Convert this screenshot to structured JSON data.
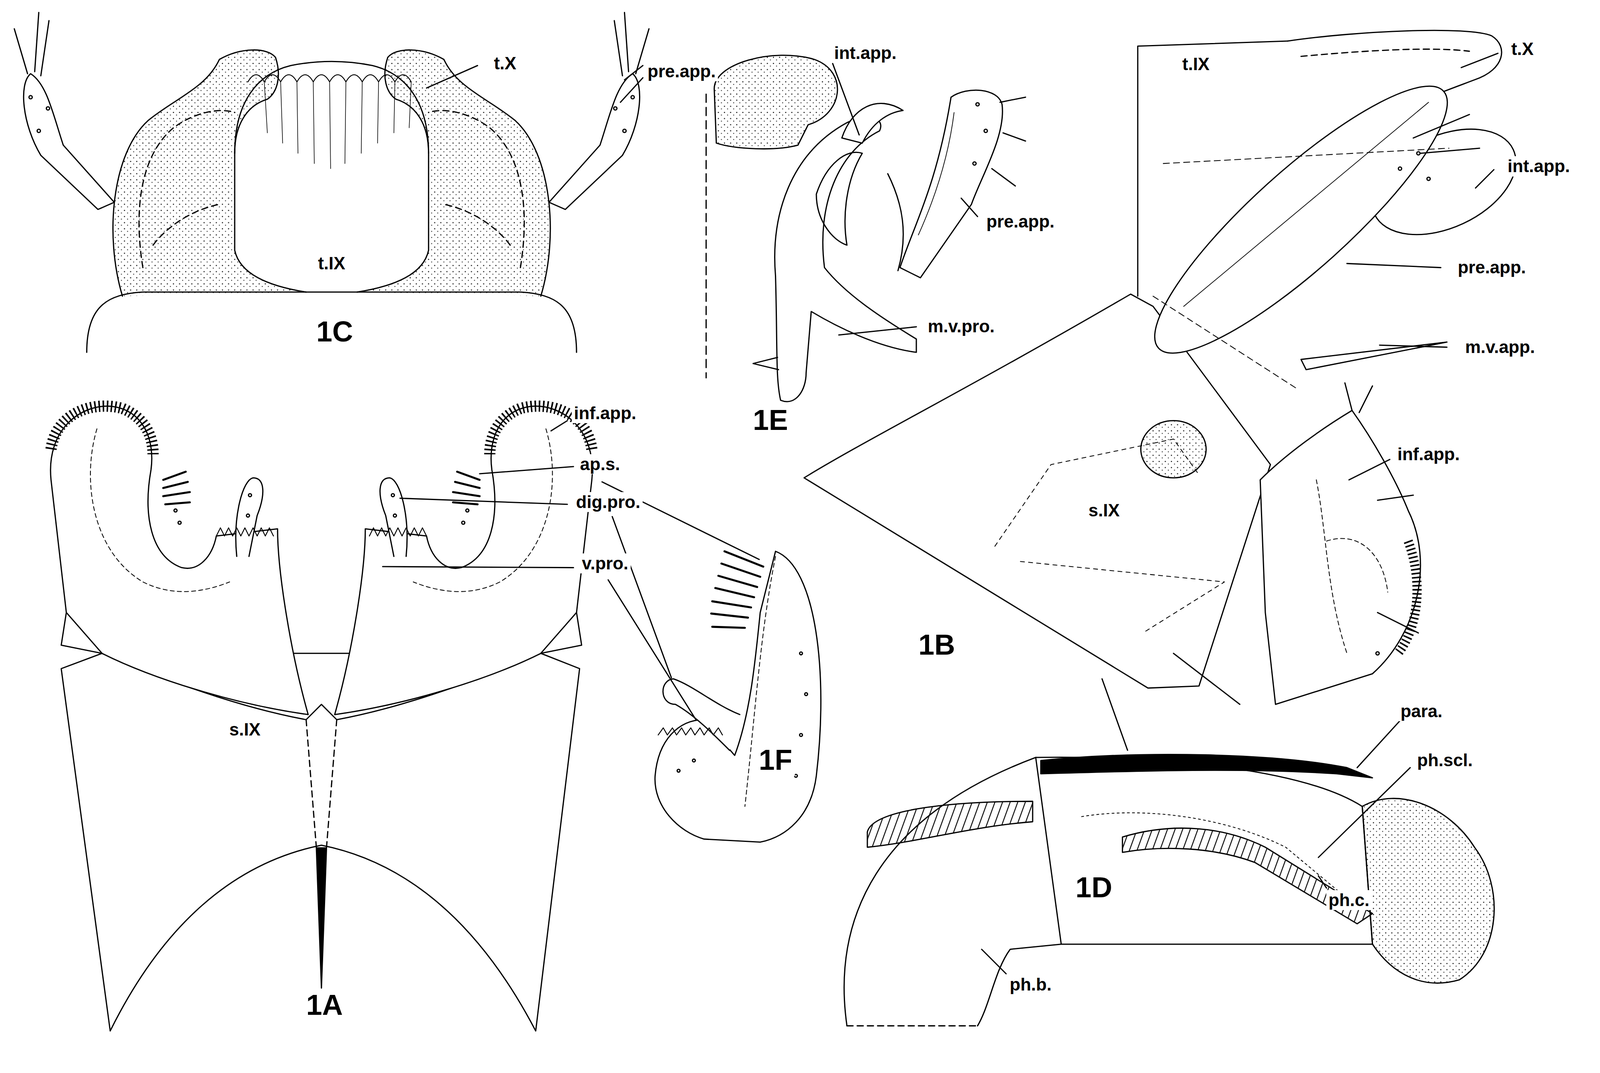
{
  "diagram": {
    "labels": [
      "t.X",
      "pre.app.",
      "t.IX",
      "1C",
      "int.app.",
      "pre.app.",
      "m.v.pro.",
      "1E",
      "t.IX",
      "t.X",
      "int.app.",
      "pre.app.",
      "m.v.app.",
      "inf.app.",
      "s.IX",
      "1B",
      "inf.app.",
      "ap.s.",
      "dig.pro.",
      "v.pro.",
      "s.IX",
      "1F",
      "1A",
      "para.",
      "ph.scl.",
      "1D",
      "ph.c.",
      "ph.b."
    ]
  }
}
